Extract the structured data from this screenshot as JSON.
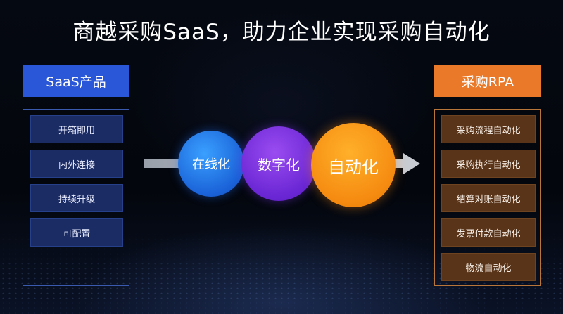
{
  "title": "商越采购SaaS，助力企业实现采购自动化",
  "left": {
    "header": "SaaS产品",
    "items": [
      "开箱即用",
      "内外连接",
      "持续升级",
      "可配置"
    ]
  },
  "center": {
    "circles": [
      "在线化",
      "数字化",
      "自动化"
    ]
  },
  "right": {
    "header": "采购RPA",
    "items": [
      "采购流程自动化",
      "采购执行自动化",
      "结算对账自动化",
      "发票付款自动化",
      "物流自动化"
    ]
  },
  "colors": {
    "left_accent": "#2a57d8",
    "right_accent": "#ea7a2a",
    "circle_online": "#1a62d8",
    "circle_digital": "#6a26d4",
    "circle_auto": "#f58a10"
  }
}
